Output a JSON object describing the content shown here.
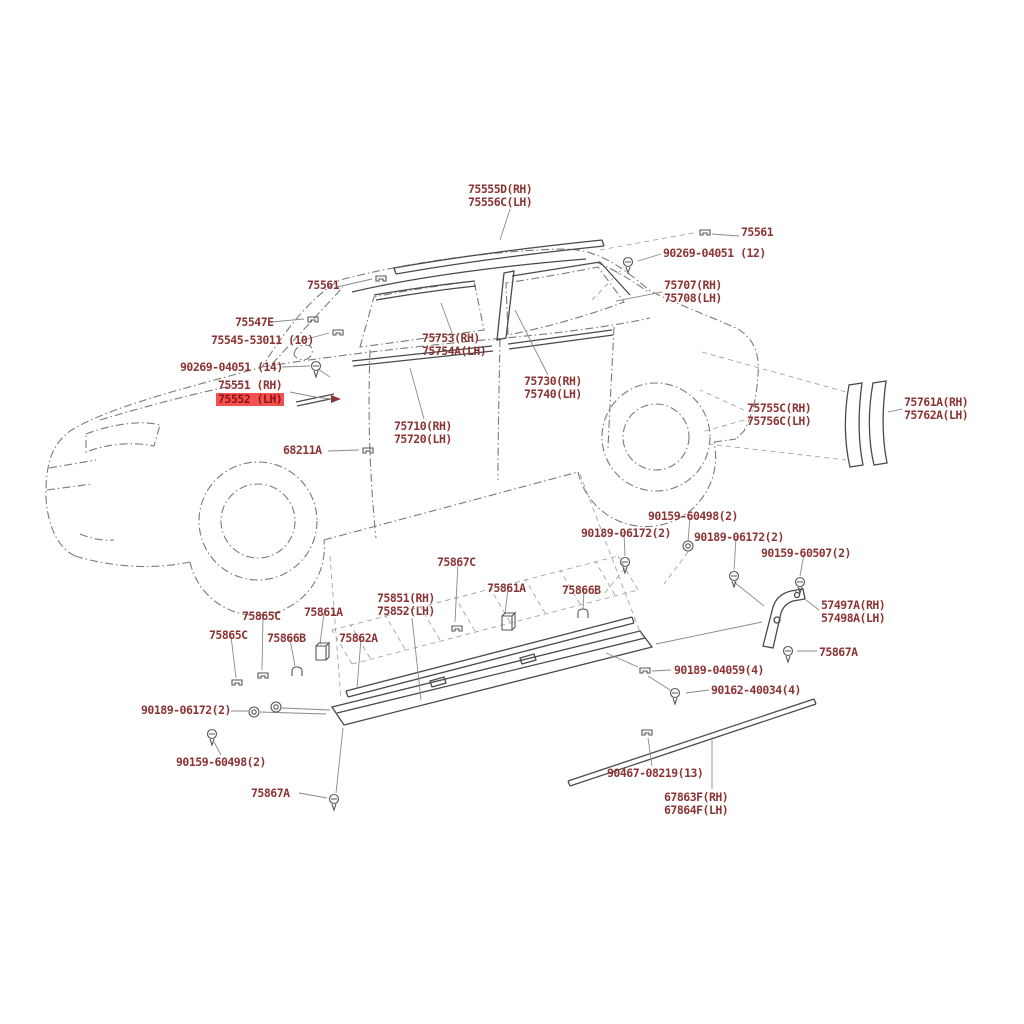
{
  "diagram": {
    "type": "exploded-parts-diagram",
    "subject": "sedan side outer mouldings and rocker panel",
    "colors": {
      "label_text": "#8c3333",
      "highlight_background": "#f2514e",
      "highlight_text": "#8c1414",
      "outline": "#7a7a7a",
      "part_line": "#4a4a4a",
      "leader_line": "#8a8a8a",
      "background": "#ffffff"
    },
    "icons": [
      "screw-icon",
      "grommet-icon",
      "clip-icon",
      "hook-clip-icon",
      "box-clip-icon",
      "bracket-icon",
      "arrow-icon"
    ],
    "highlighted_part": "75552 (LH)"
  },
  "labels": [
    {
      "text": "75555D(RH)\n75556C(LH)"
    },
    {
      "text": "75561"
    },
    {
      "text": "90269-04051 (12)"
    },
    {
      "text": "75707(RH)\n75708(LH)"
    },
    {
      "text": "75561"
    },
    {
      "text": "75547E"
    },
    {
      "text": "75545-53011 (10)"
    },
    {
      "text": "75753(RH)\n75754A(LH)"
    },
    {
      "text": "90269-04051 (14)"
    },
    {
      "text": "75551 (RH)"
    },
    {
      "text": "75552 (LH)"
    },
    {
      "text": "75730(RH)\n75740(LH)"
    },
    {
      "text": "75755C(RH)\n75756C(LH)"
    },
    {
      "text": "75761A(RH)\n75762A(LH)"
    },
    {
      "text": "75710(RH)\n75720(LH)"
    },
    {
      "text": "68211A"
    },
    {
      "text": "90159-60498(2)"
    },
    {
      "text": "90189-06172(2)"
    },
    {
      "text": "90189-06172(2)"
    },
    {
      "text": "90159-60507(2)"
    },
    {
      "text": "75867C"
    },
    {
      "text": "75861A"
    },
    {
      "text": "75866B"
    },
    {
      "text": "75851(RH)\n75852(LH)"
    },
    {
      "text": "75861A"
    },
    {
      "text": "75865C"
    },
    {
      "text": "57497A(RH)\n57498A(LH)"
    },
    {
      "text": "75865C"
    },
    {
      "text": "75866B"
    },
    {
      "text": "75862A"
    },
    {
      "text": "75867A"
    },
    {
      "text": "90189-04059(4)"
    },
    {
      "text": "90162-40034(4)"
    },
    {
      "text": "90189-06172(2)"
    },
    {
      "text": "90159-60498(2)"
    },
    {
      "text": "90467-08219(13)"
    },
    {
      "text": "75867A"
    },
    {
      "text": "67863F(RH)\n67864F(LH)"
    }
  ]
}
